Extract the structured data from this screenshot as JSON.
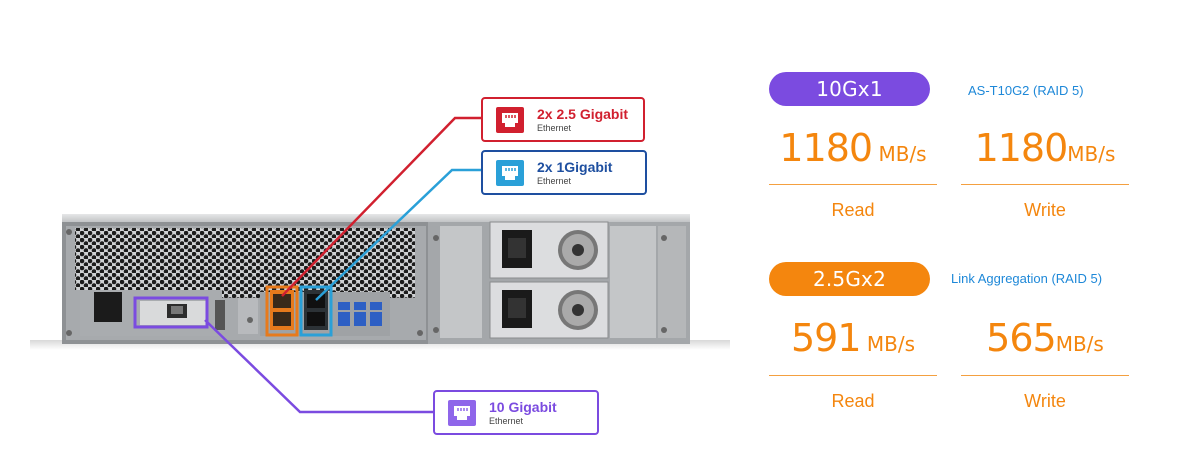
{
  "callouts": {
    "gbe25": {
      "title": "2x 2.5 Gigabit",
      "subtitle": "Ethernet",
      "color": "#d1202f",
      "icon": "ethernet-port-icon"
    },
    "gbe1": {
      "title": "2x 1Gigabit",
      "subtitle": "Ethernet",
      "color": "#1e4fa0",
      "accent": "#2aa0d8",
      "icon": "ethernet-port-icon"
    },
    "gbe10": {
      "title": "10 Gigabit",
      "subtitle": "Ethernet",
      "color": "#7b4be0",
      "icon": "ethernet-port-icon"
    }
  },
  "stats": [
    {
      "pill": "10Gx1",
      "pill_color": "#7b4be0",
      "config": "AS-T10G2 (RAID 5)",
      "config_color": "#1e88d8",
      "read_value": "1180",
      "read_unit": " MB/s",
      "write_value": "1180",
      "write_unit": "MB/s",
      "read_label": "Read",
      "write_label": "Write"
    },
    {
      "pill": "2.5Gx2",
      "pill_color": "#f4860e",
      "config": "Link Aggregation (RAID 5)",
      "config_color": "#1e88d8",
      "read_value": "591",
      "read_unit": " MB/s",
      "write_value": "565",
      "write_unit": "MB/s",
      "read_label": "Read",
      "write_label": "Write"
    }
  ],
  "colors": {
    "accent_orange": "#f4860e",
    "device_body": "#8c8f92"
  }
}
